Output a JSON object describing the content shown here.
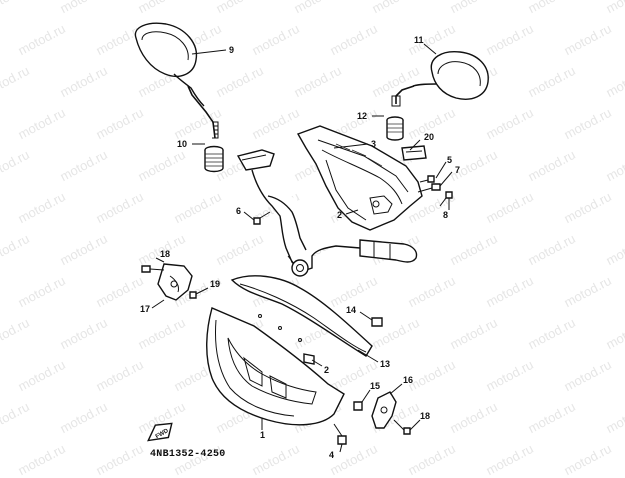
{
  "watermark": {
    "text": "motod.ru"
  },
  "diagram_code": "4NB1352-4250",
  "fwd_label": "FWD",
  "callouts": {
    "c1": "1",
    "c2a": "2",
    "c2b": "2",
    "c3": "3",
    "c4": "4",
    "c5": "5",
    "c6": "6",
    "c7": "7",
    "c8": "8",
    "c9": "9",
    "c10": "10",
    "c11": "11",
    "c12": "12",
    "c13": "13",
    "c14": "14",
    "c15": "15",
    "c16": "16",
    "c17": "17",
    "c18a": "18",
    "c18b": "18",
    "c19": "19",
    "c20": "20"
  }
}
